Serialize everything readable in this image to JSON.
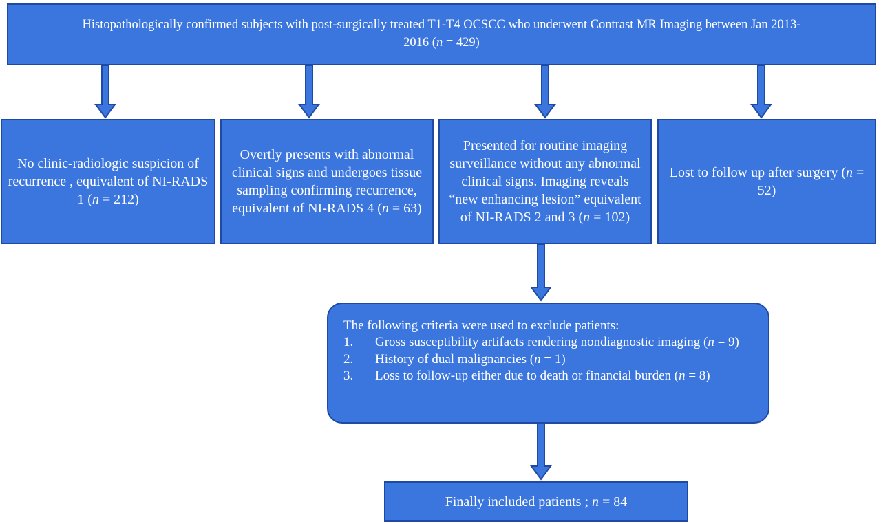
{
  "flow": {
    "top": {
      "line1": "Histopathologically confirmed subjects with post-surgically treated T1-T4 OCSCC who underwent Contrast MR Imaging between Jan 2013-",
      "line2_pre": "2016 (",
      "n_label": "n",
      "line2_post": " = 429)"
    },
    "box_a": {
      "text_pre": "No clinic-radiologic suspicion of recurrence , equivalent of NI-RADS 1 (",
      "n_label": "n",
      "text_post": " = 212)"
    },
    "box_b": {
      "text_pre": "Overtly presents with abnormal clinical signs and undergoes tissue sampling confirming recurrence, equivalent of NI-RADS 4 (",
      "n_label": "n",
      "text_post": " = 63)"
    },
    "box_c": {
      "text_pre": "Presented for routine imaging surveillance without any abnormal clinical signs. Imaging reveals “new enhancing lesion” equivalent of  NI-RADS 2 and 3 (",
      "n_label": "n",
      "text_post": " = 102)"
    },
    "box_d": {
      "text_pre": "Lost to follow up after surgery (",
      "n_label": "n",
      "text_post": " = 52)"
    },
    "exclusion": {
      "heading": "The following criteria were used to exclude patients:",
      "items": [
        {
          "num": "1.",
          "text_pre": "Gross susceptibility artifacts rendering nondiagnostic imaging (",
          "n_label": "n",
          "text_post": " = 9)"
        },
        {
          "num": "2.",
          "text_pre": "History of dual malignancies (",
          "n_label": "n",
          "text_post": " = 1)"
        },
        {
          "num": "3.",
          "text_pre": "Loss to follow-up either due to death or financial burden (",
          "n_label": "n",
          "text_post": " = 8)"
        }
      ]
    },
    "final": {
      "text_pre": "Finally included patients ; ",
      "n_label": "n",
      "text_post": " = 84"
    }
  },
  "colors": {
    "box_fill": "#3b76de",
    "box_border": "#1f4aa3",
    "arrow_fill": "#3b76de",
    "arrow_stroke": "#1f4aa3",
    "text": "#ffffff"
  }
}
